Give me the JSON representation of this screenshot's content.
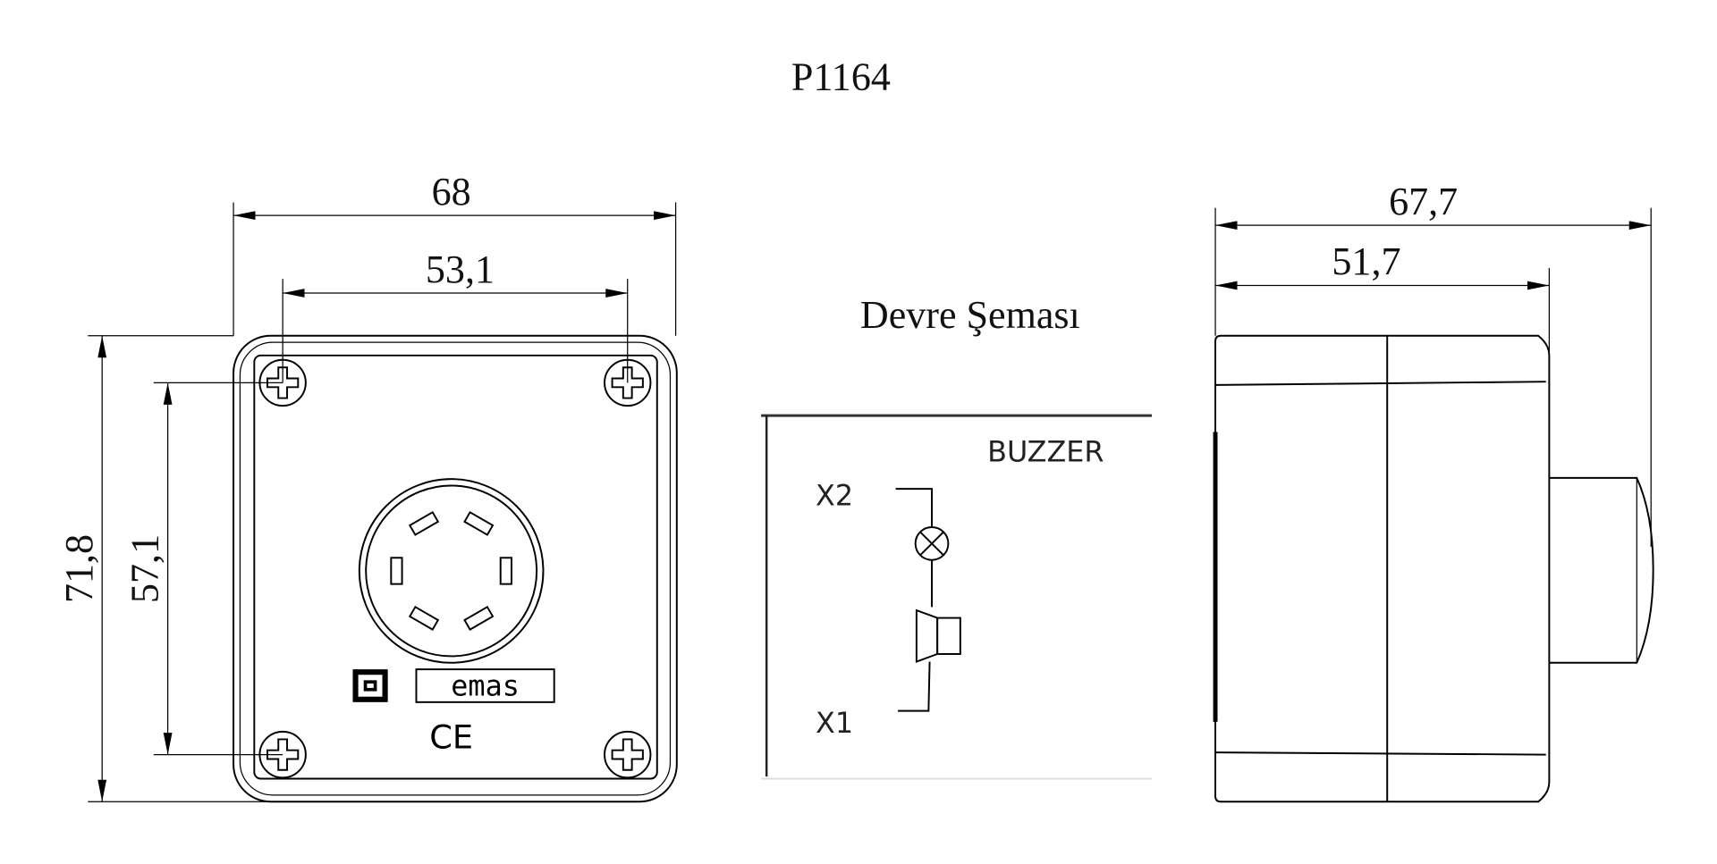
{
  "title": "P1164",
  "front_view": {
    "width_outer": "68",
    "width_screws": "53,1",
    "height_outer": "71,8",
    "height_screws": "57,1",
    "logo_text": "emas",
    "mark": "CE"
  },
  "schematic": {
    "heading": "Devre Şeması",
    "label": "BUZZER",
    "terminal_top": "X2",
    "terminal_bottom": "X1"
  },
  "side_view": {
    "depth_total": "67,7",
    "depth_body": "51,7"
  }
}
